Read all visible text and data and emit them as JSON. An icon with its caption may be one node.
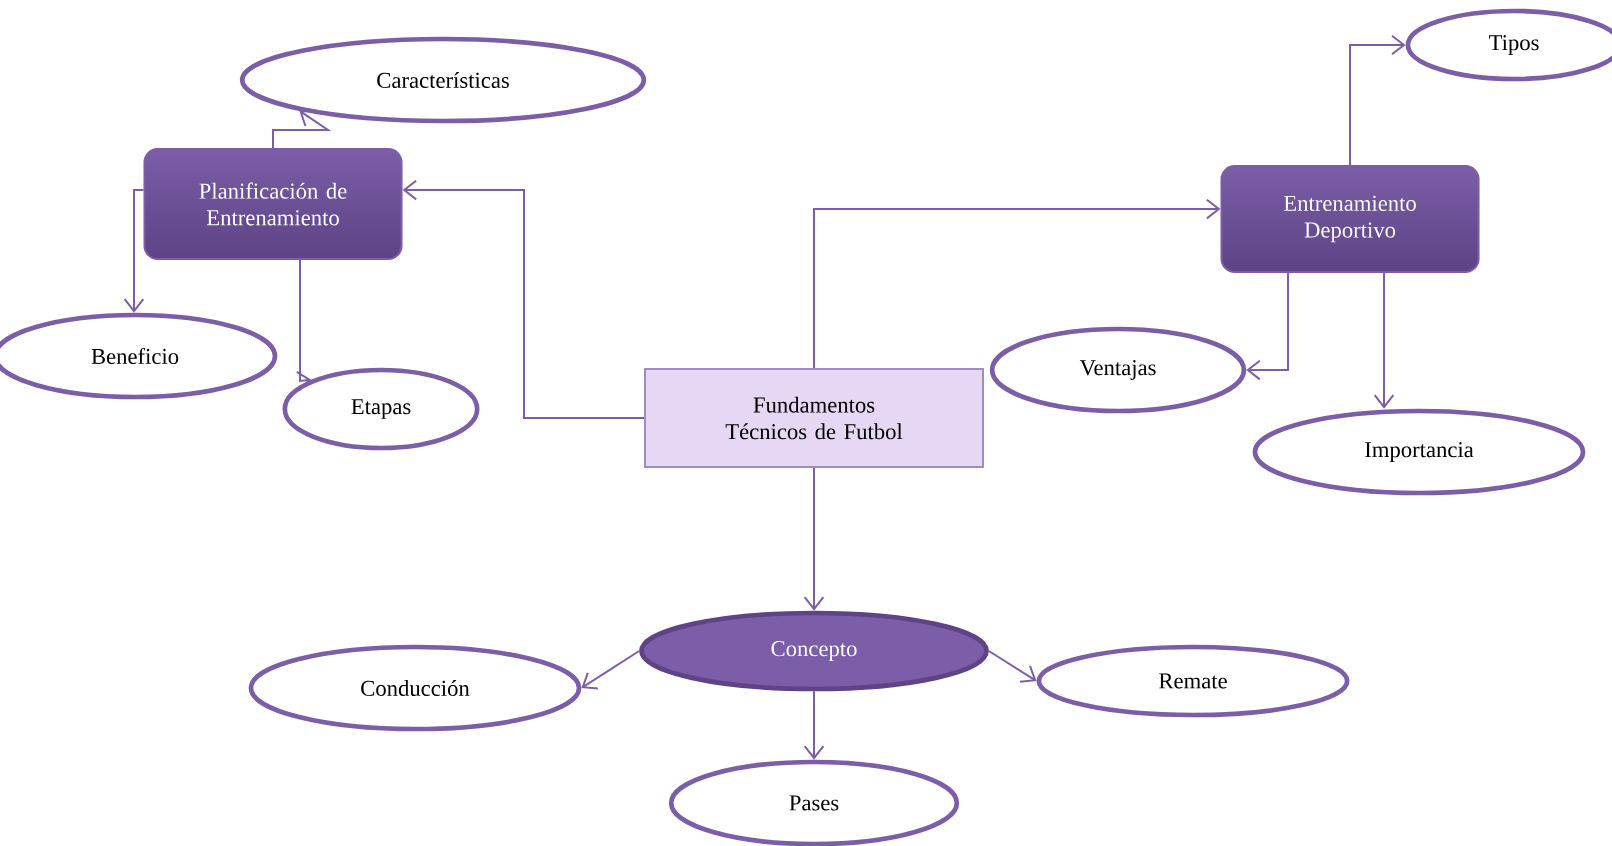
{
  "diagram": {
    "nodes": [
      {
        "text": [
          "Fundamentos Técnicos de Futbol"
        ]
      },
      {
        "text": [
          "Planificación de Entrenamiento"
        ]
      },
      {
        "text": [
          "Características"
        ]
      },
      {
        "text": [
          "Beneficio"
        ]
      },
      {
        "text": [
          "Etapas"
        ]
      },
      {
        "text": [
          "Entrenamiento Deportivo"
        ]
      },
      {
        "text": [
          "Tipos"
        ]
      },
      {
        "text": [
          "Ventajas"
        ]
      },
      {
        "text": [
          "Importancia"
        ]
      },
      {
        "text": [
          "Concepto"
        ]
      },
      {
        "text": [
          "Conducción"
        ]
      },
      {
        "text": [
          "Remate"
        ]
      },
      {
        "text": [
          "Pases"
        ]
      }
    ],
    "edges": [
      {
        "from": 0,
        "to": 1,
        "arrow": "to"
      },
      {
        "from": 0,
        "to": 5,
        "arrow": "to"
      },
      {
        "from": 0,
        "to": 9,
        "arrow": "to"
      },
      {
        "from": 1,
        "to": 2,
        "arrow": "to"
      },
      {
        "from": 1,
        "to": 3,
        "arrow": "to"
      },
      {
        "from": 1,
        "to": 4,
        "arrow": "to"
      },
      {
        "from": 5,
        "to": 6,
        "arrow": "to"
      },
      {
        "from": 5,
        "to": 7,
        "arrow": "to"
      },
      {
        "from": 5,
        "to": 8,
        "arrow": "to"
      },
      {
        "from": 9,
        "to": 10,
        "arrow": "to"
      },
      {
        "from": 9,
        "to": 11,
        "arrow": "to"
      },
      {
        "from": 9,
        "to": 12,
        "arrow": "to"
      }
    ]
  }
}
